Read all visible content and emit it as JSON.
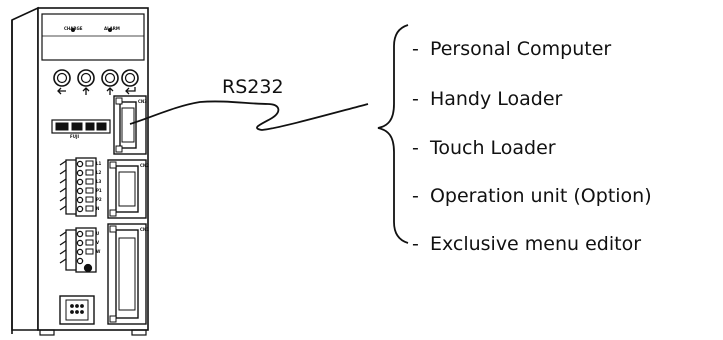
{
  "drive": {
    "top_labels": [
      "CHARGE",
      "ALARM"
    ],
    "brand": "FUJI",
    "connector_labels": [
      "CN3",
      "CN2",
      "CN1"
    ],
    "terminal_labels_upper": [
      "L1",
      "L2",
      "L3",
      "P1",
      "P2",
      "N"
    ],
    "terminal_labels_lower": [
      "U",
      "V",
      "W"
    ]
  },
  "link_label": "RS232",
  "devices": [
    "Personal Computer",
    "Handy Loader",
    "Touch Loader",
    "Operation unit (Option)",
    "Exclusive menu editor"
  ],
  "bullet": "-"
}
